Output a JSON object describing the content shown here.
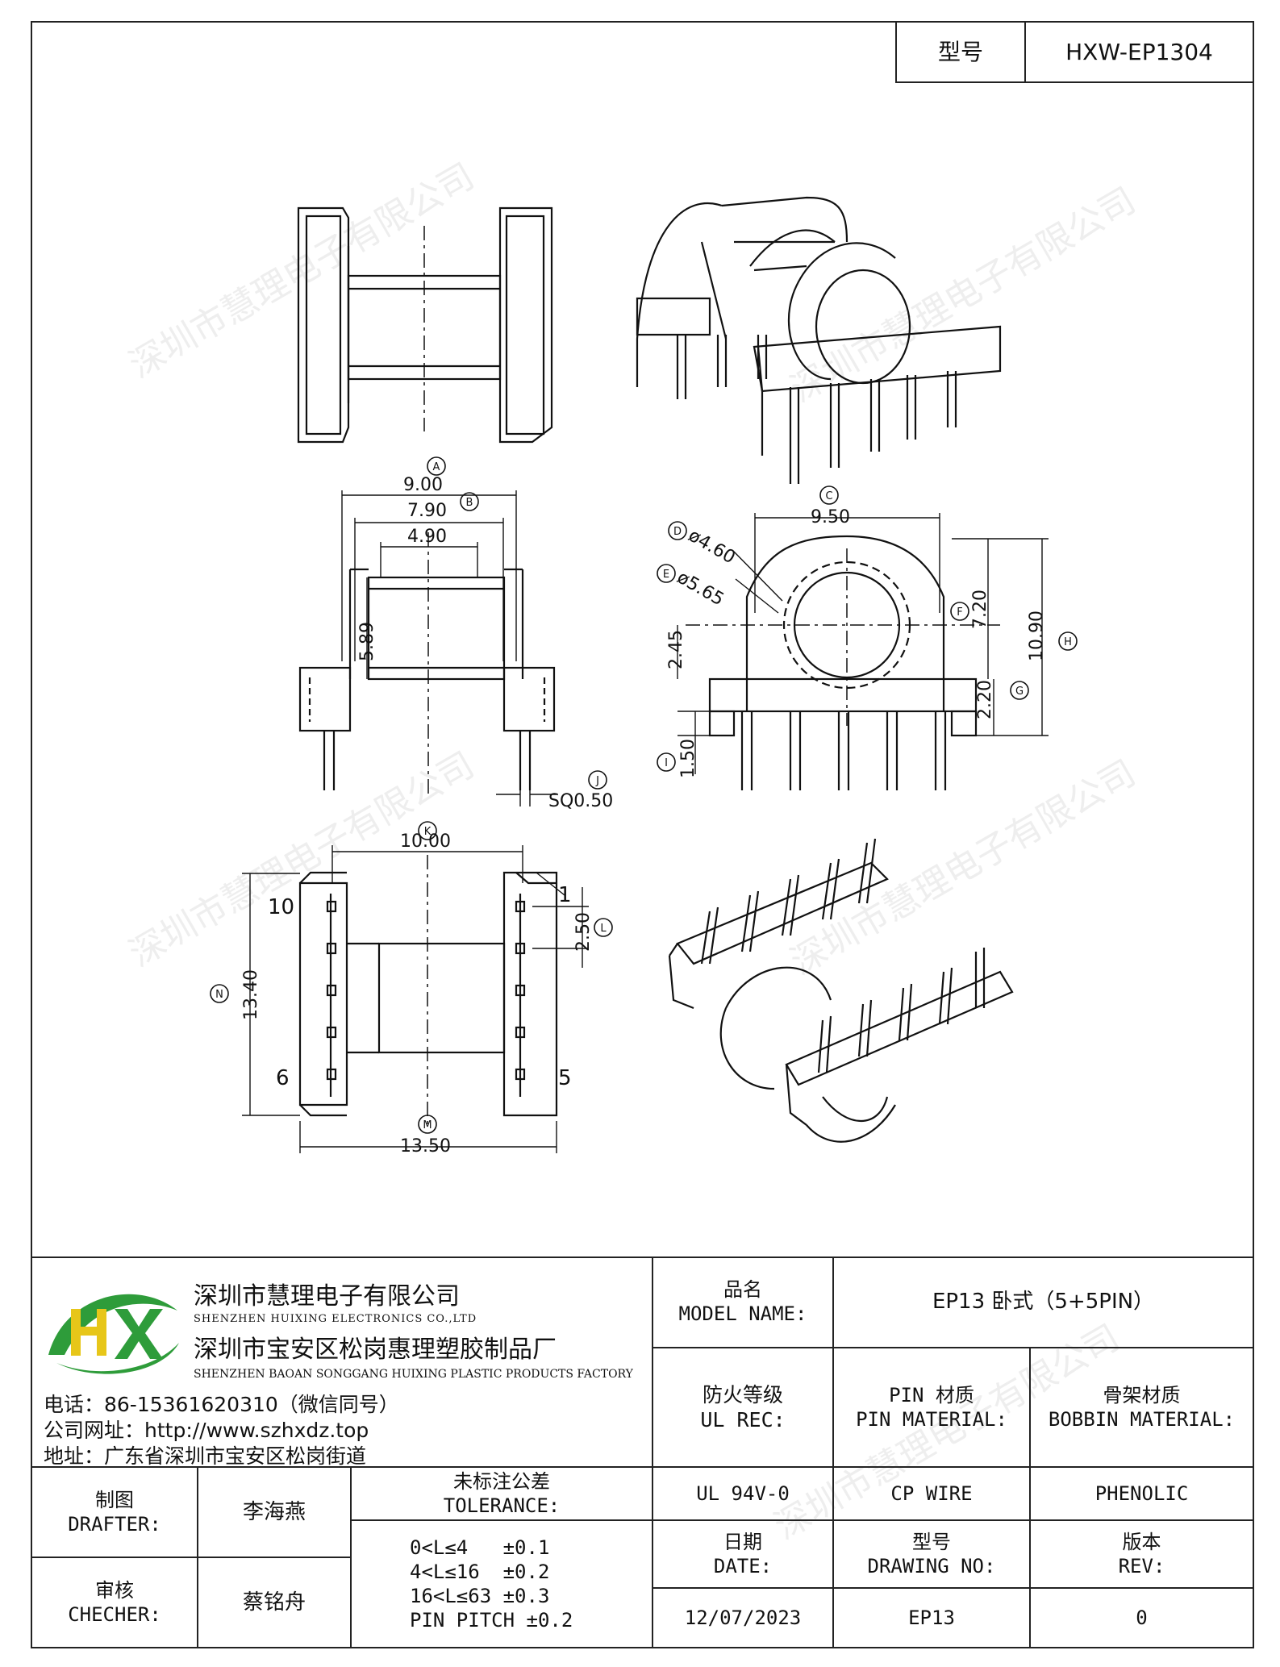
{
  "header": {
    "model_label": "型号",
    "model_value": "HXW-EP1304"
  },
  "watermark": "深圳市慧理电子有限公司",
  "drawing": {
    "labels": {
      "A": "A",
      "B": "B",
      "C": "C",
      "D": "D",
      "E": "E",
      "F": "F",
      "G": "G",
      "H": "H",
      "I": "I",
      "J": "J",
      "K": "K",
      "L": "L",
      "M": "M",
      "N": "N"
    },
    "dims": {
      "a": "9.00",
      "b": "7.90",
      "c_inner": "4.90",
      "d_side": "5.89",
      "c": "9.50",
      "d": "ø4.60",
      "e": "ø5.65",
      "f": "7.20",
      "h": "10.90",
      "g": "2.20",
      "side_245": "2.45",
      "i": "1.50",
      "j": "SQ0.50",
      "k": "10.00",
      "l": "2.50",
      "n": "13.40",
      "m": "13.50"
    },
    "pin_numbers": {
      "p1": "1",
      "p5": "5",
      "p6": "6",
      "p10": "10"
    }
  },
  "company": {
    "name_cn": "深圳市慧理电子有限公司",
    "name_en": "SHENZHEN HUIXING ELECTRONICS CO.,LTD",
    "factory_cn": "深圳市宝安区松岗惠理塑胶制品厂",
    "factory_en": "SHENZHEN BAOAN SONGGANG HUIXING PLASTIC PRODUCTS FACTORY",
    "phone": "电话：86-15361620310（微信同号）",
    "website": "公司网址：http://www.szhxdz.top",
    "address": "地址：广东省深圳市宝安区松岗街道",
    "logo_text": "HX",
    "logo_colors": {
      "green": "#2e9c3a",
      "yellow": "#e7c619"
    }
  },
  "title_block": {
    "model_name_cn": "品名",
    "model_name_en": "MODEL NAME:",
    "model_name_value": "EP13 卧式（5+5PIN）",
    "ul_cn": "防火等级",
    "ul_en": "UL REC:",
    "ul_value": "UL 94V-0",
    "pin_cn": "PIN 材质",
    "pin_en": "PIN MATERIAL:",
    "pin_value": "CP WIRE",
    "bobbin_cn": "骨架材质",
    "bobbin_en": "BOBBIN MATERIAL:",
    "bobbin_value": "PHENOLIC",
    "drafter_cn": "制图",
    "drafter_en": "DRAFTER:",
    "drafter_value": "李海燕",
    "checker_cn": "审核",
    "checker_en": "CHECHER:",
    "checker_value": "蔡铭舟",
    "tolerance_cn": "未标注公差",
    "tolerance_en": "TOLERANCE:",
    "tolerance_lines": [
      "0<L≤4   ±0.1",
      "4<L≤16  ±0.2",
      "16<L≤63 ±0.3",
      "PIN PITCH ±0.2"
    ],
    "date_cn": "日期",
    "date_en": "DATE:",
    "date_value": "12/07/2023",
    "drawing_no_cn": "型号",
    "drawing_no_en": "DRAWING NO:",
    "drawing_no_value": "EP13",
    "rev_cn": "版本",
    "rev_en": "REV:",
    "rev_value": "0"
  }
}
